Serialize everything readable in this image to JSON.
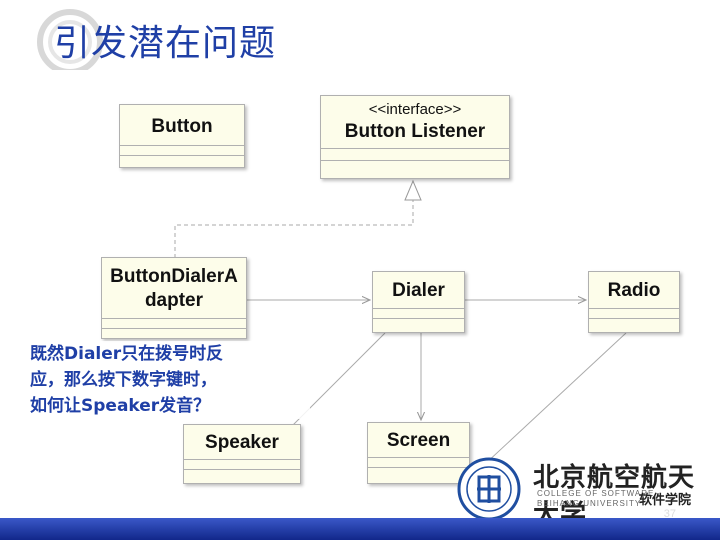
{
  "slide": {
    "title": "引发潜在问题",
    "page_number": "37"
  },
  "classes": {
    "button": "Button",
    "button_listener_stereotype": "<<interface>>",
    "button_listener": "Button Listener",
    "adapter_line1": "ButtonDialerA",
    "adapter_line2": "dapter",
    "dialer": "Dialer",
    "radio": "Radio",
    "speaker": "Speaker",
    "screen": "Screen"
  },
  "note": {
    "line1": "既然Dialer只在拨号时反",
    "line2": "应，那么按下数字键时，",
    "line3": "如何让Speaker发音？"
  },
  "logo": {
    "cn_name": "北京航空航天大学",
    "en_line1": "COLLEGE OF SOFTWARE",
    "en_line2": "BEIHANG UNIVERSITY",
    "school": "软件学院"
  },
  "colors": {
    "title": "#1f3fa6",
    "box_fill": "#fdfdea",
    "box_border": "#b0b0b0",
    "note_text": "#1f3fa6",
    "bottom_bar": "#1a35a0"
  }
}
